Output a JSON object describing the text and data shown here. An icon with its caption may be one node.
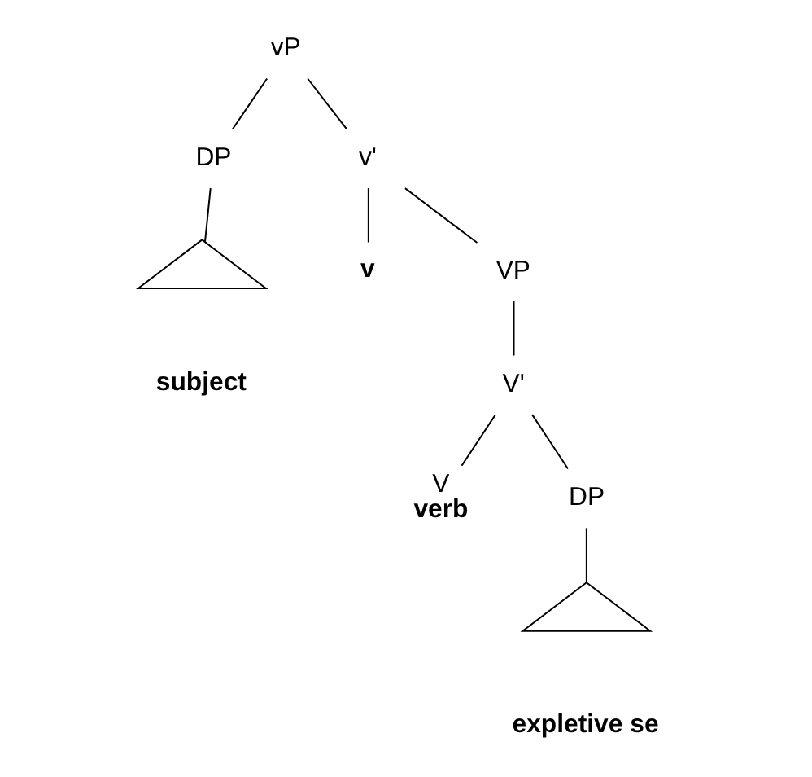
{
  "diagram": {
    "nodes": [
      {
        "text": [
          "vP"
        ]
      },
      {
        "text": [
          "DP"
        ]
      },
      {
        "text": [],
        "shape": "triangle",
        "beside": [
          "subject"
        ]
      },
      {
        "text": [
          "v'"
        ]
      },
      {
        "text": [
          "v"
        ]
      },
      {
        "text": [
          "VP"
        ]
      },
      {
        "text": [
          "V'"
        ]
      },
      {
        "text": [
          "V",
          "verb"
        ]
      },
      {
        "text": [
          "DP"
        ]
      },
      {
        "text": [],
        "shape": "triangle",
        "beside": [
          "expletive se"
        ]
      }
    ],
    "edges": [
      {
        "from": 0,
        "to": 1,
        "arrow": "none"
      },
      {
        "from": 0,
        "to": 3,
        "arrow": "none"
      },
      {
        "from": 1,
        "to": 2,
        "arrow": "none"
      },
      {
        "from": 3,
        "to": 4,
        "arrow": "none"
      },
      {
        "from": 3,
        "to": 5,
        "arrow": "none"
      },
      {
        "from": 5,
        "to": 6,
        "arrow": "none"
      },
      {
        "from": 6,
        "to": 7,
        "arrow": "none"
      },
      {
        "from": 6,
        "to": 8,
        "arrow": "none"
      },
      {
        "from": 8,
        "to": 9,
        "arrow": "none"
      }
    ]
  }
}
